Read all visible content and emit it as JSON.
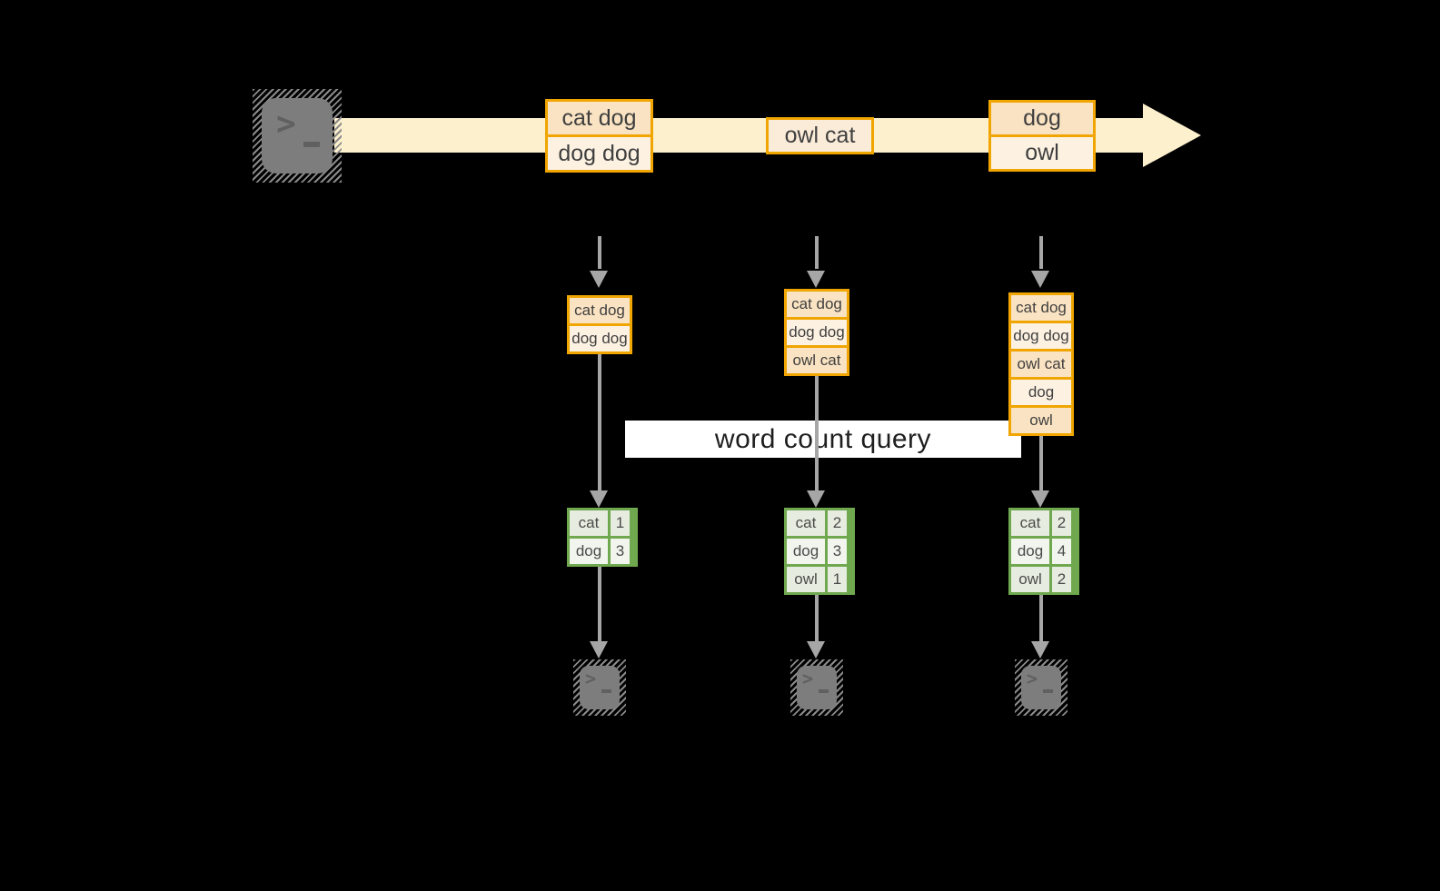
{
  "query_label": "word count query",
  "terminal_prompt": ">",
  "stream_batches": [
    {
      "records": [
        "cat dog",
        "dog dog"
      ]
    },
    {
      "records": [
        "owl cat"
      ]
    },
    {
      "records": [
        "dog",
        "owl"
      ]
    }
  ],
  "columns": [
    {
      "buffer": [
        "cat dog",
        "dog dog"
      ],
      "counts": [
        {
          "word": "cat",
          "count": "1"
        },
        {
          "word": "dog",
          "count": "3"
        }
      ]
    },
    {
      "buffer": [
        "cat dog",
        "dog dog",
        "owl cat"
      ],
      "counts": [
        {
          "word": "cat",
          "count": "2"
        },
        {
          "word": "dog",
          "count": "3"
        },
        {
          "word": "owl",
          "count": "1"
        }
      ]
    },
    {
      "buffer": [
        "cat dog",
        "dog dog",
        "owl cat",
        "dog",
        "owl"
      ],
      "counts": [
        {
          "word": "cat",
          "count": "2"
        },
        {
          "word": "dog",
          "count": "4"
        },
        {
          "word": "owl",
          "count": "2"
        }
      ]
    }
  ],
  "icons": {
    "source": "terminal-icon",
    "sinks": [
      "terminal-icon",
      "terminal-icon",
      "terminal-icon"
    ]
  },
  "colors": {
    "background": "#000000",
    "stream_arrow": "#fdf0cd",
    "record_border": "#f0a500",
    "record_fill_dark": "#fae3c2",
    "record_fill_light": "#fdf2e2",
    "table_border": "#6fa84f",
    "table_fill_dark": "#e6ecdf",
    "table_fill_light": "#f2f5ee",
    "connector": "#a6a6a6",
    "terminal": "#7d7d7d",
    "query_band_bg": "#ffffff"
  }
}
